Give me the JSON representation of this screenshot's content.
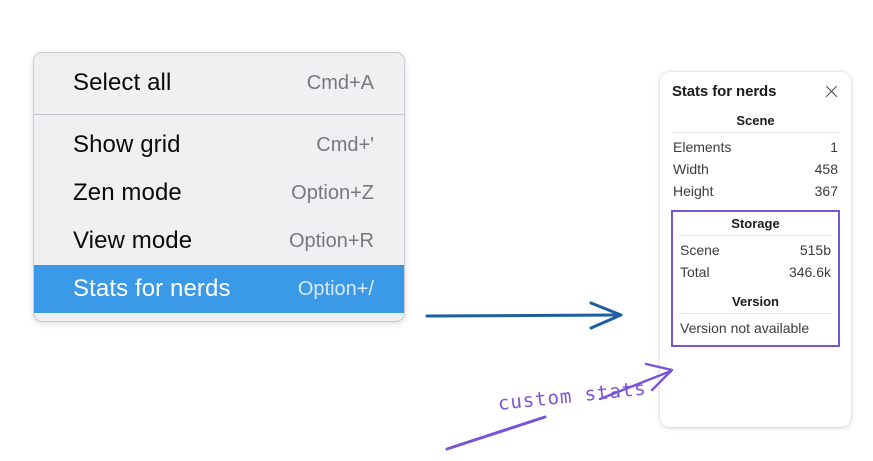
{
  "context_menu": {
    "name": "context-menu",
    "groups": [
      {
        "items": [
          {
            "label": "Select all",
            "shortcut": "Cmd+A",
            "selected": false,
            "name": "select-all"
          }
        ]
      },
      {
        "items": [
          {
            "label": "Show grid",
            "shortcut": "Cmd+'",
            "selected": false,
            "name": "show-grid"
          },
          {
            "label": "Zen mode",
            "shortcut": "Option+Z",
            "selected": false,
            "name": "zen-mode"
          },
          {
            "label": "View mode",
            "shortcut": "Option+R",
            "selected": false,
            "name": "view-mode"
          },
          {
            "label": "Stats for nerds",
            "shortcut": "Option+/",
            "selected": true,
            "name": "stats-for-nerds"
          }
        ]
      }
    ],
    "highlight_color": "#3b9ae8",
    "background_color": "#f0f0f3"
  },
  "stats_panel": {
    "title": "Stats for nerds",
    "close_icon": "close-icon",
    "scene": {
      "heading": "Scene",
      "rows": [
        {
          "key": "Elements",
          "value": "1"
        },
        {
          "key": "Width",
          "value": "458"
        },
        {
          "key": "Height",
          "value": "367"
        }
      ]
    },
    "storage": {
      "heading": "Storage",
      "rows": [
        {
          "key": "Scene",
          "value": "515b"
        },
        {
          "key": "Total",
          "value": "346.6k"
        }
      ]
    },
    "version": {
      "heading": "Version",
      "text": "Version not available"
    },
    "highlight_color": "#7a54d6"
  },
  "annotations": {
    "handwritten_label": "custom stats",
    "blue_arrow_color": "#1f5fa0",
    "purple_color": "#7a54d6"
  }
}
